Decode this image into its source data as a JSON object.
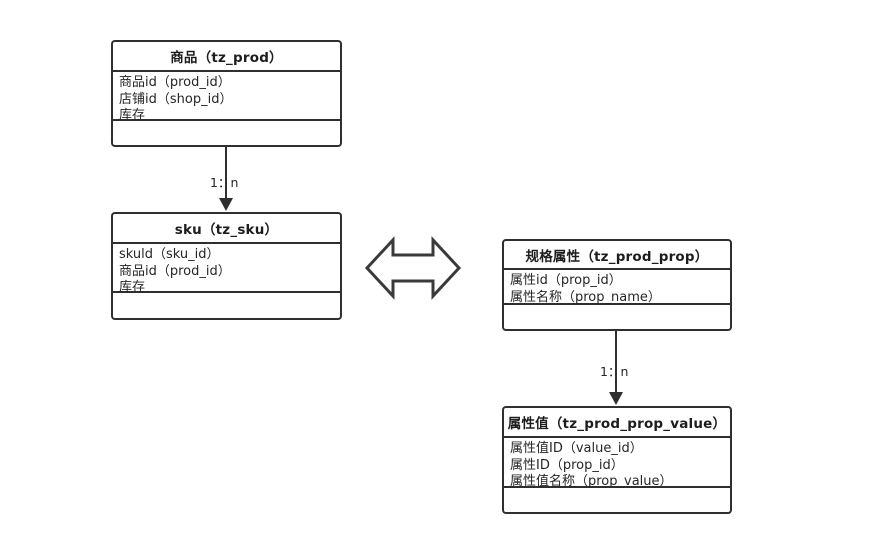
{
  "diagram": {
    "type": "er-diagram",
    "background_color": "#ffffff",
    "line_color": "#2f2f2f",
    "text_color": "#262626"
  },
  "entities": [
    {
      "id": "tz_prod",
      "title": "商品（tz_prod）",
      "attributes": [
        "商品id（prod_id）",
        "店铺id（shop_id）",
        "库存"
      ]
    },
    {
      "id": "tz_sku",
      "title": "sku（tz_sku）",
      "attributes": [
        "skuld（sku_id）",
        "商品id（prod_id）",
        "库存"
      ]
    },
    {
      "id": "tz_prod_prop",
      "title": "规格属性（tz_prod_prop）",
      "attributes": [
        "属性id（prop_id）",
        "属性名称（prop_name）"
      ]
    },
    {
      "id": "tz_prod_prop_value",
      "title": "属性值（tz_prod_prop_value）",
      "attributes": [
        "属性值ID（value_id）",
        "属性ID（prop_id）",
        "属性值名称（prop_value）"
      ]
    }
  ],
  "connectors": [
    {
      "id": "prod-to-sku",
      "from": "tz_prod",
      "to": "tz_sku",
      "label": "1：n"
    },
    {
      "id": "prop-to-prop-value",
      "from": "tz_prod_prop",
      "to": "tz_prod_prop_value",
      "label": "1：n"
    }
  ],
  "relation_arrow": {
    "id": "left-right-double-arrow",
    "icon": "double-headed-arrow-icon"
  }
}
